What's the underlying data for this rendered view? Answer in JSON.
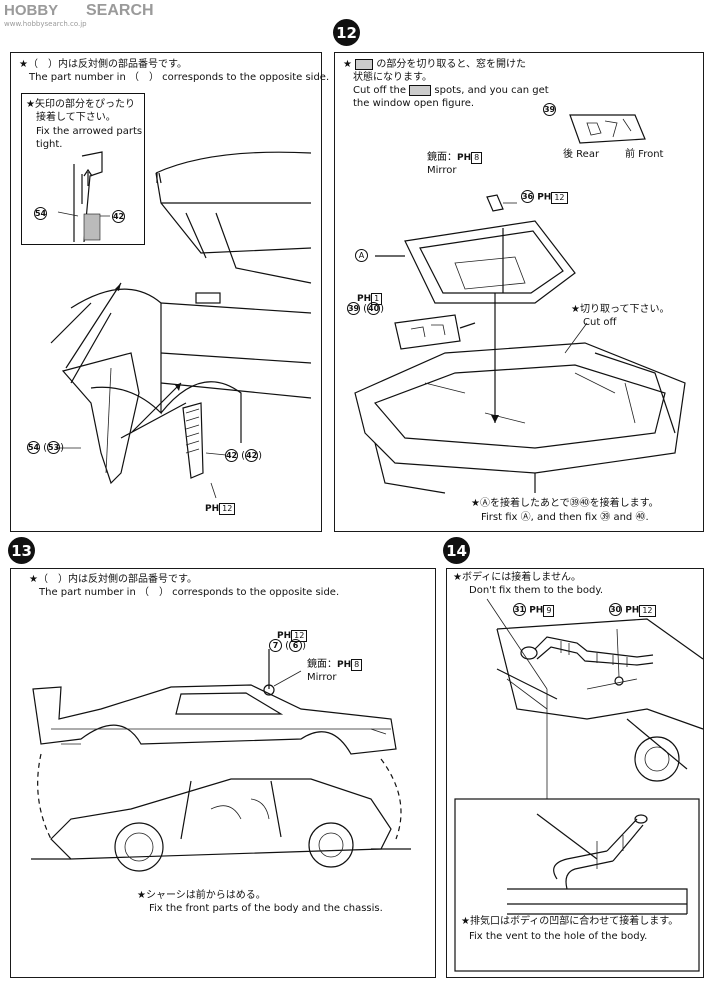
{
  "header": {
    "logo_prefix": "HOBBY",
    "logo_text": "SEARCH",
    "logo_sub": "www.hobbysearch.co.jp"
  },
  "panel11": {
    "star_jp": "★（　）内は反対側の部品番号です。",
    "star_en": "The part number in （　） corresponds to the opposite side.",
    "inset_jp1": "★矢印の部分をぴったり",
    "inset_jp2": "接着して下さい。",
    "inset_en1": "Fix the arrowed parts",
    "inset_en2": "tight.",
    "inset_part_a": "54",
    "inset_part_b": "42",
    "label_54": "54",
    "label_53": "53",
    "label_42a": "42",
    "label_42b": "42",
    "ph_label": "PH",
    "ph_num": "12"
  },
  "panel12": {
    "step": "12",
    "jp1": "の部分を切り取ると、窓を開けた",
    "jp2": "状態になります。",
    "en1": "Cut off the",
    "en1b": "spots, and you can get",
    "en2": "the window open figure.",
    "part39": "39",
    "rear": "後 Rear",
    "front": "前 Front",
    "mirror_jp": "鏡面：",
    "mirror_ph": "PH",
    "mirror_num": "8",
    "mirror_en": "Mirror",
    "part36": "36",
    "ph36": "PH",
    "ph36_num": "12",
    "label_a": "A",
    "ph1": "PH",
    "ph1_num": "1",
    "part39b": "39",
    "part40": "40",
    "cut_jp": "★切り取って下さい。",
    "cut_en": "Cut off",
    "bottom_jp": "★Ⓐを接着したあとで㊴㊵を接着します。",
    "bottom_en": "First fix Ⓐ, and then fix ㊴ and ㊵."
  },
  "panel13": {
    "step": "13",
    "star_jp": "★（　）内は反対側の部品番号です。",
    "star_en": "The part number in （　） corresponds to the opposite side.",
    "ph": "PH",
    "ph_num": "12",
    "part7": "7",
    "part6": "6",
    "mirror_jp": "鏡面：",
    "mirror_ph": "PH",
    "mirror_num": "8",
    "mirror_en": "Mirror",
    "bottom_jp": "★シャーシは前からはめる。",
    "bottom_en": "Fix the front parts of the body and the chassis."
  },
  "panel14": {
    "step": "14",
    "jp1": "★ボディには接着しません。",
    "en1": "Don't fix them to the body.",
    "part31": "31",
    "ph31": "PH",
    "ph31_num": "9",
    "part30": "30",
    "ph30": "PH",
    "ph30_num": "12",
    "jp2": "★排気口はボディの凹部に合わせて接着します。",
    "en2": "Fix the vent to the hole of the body."
  }
}
